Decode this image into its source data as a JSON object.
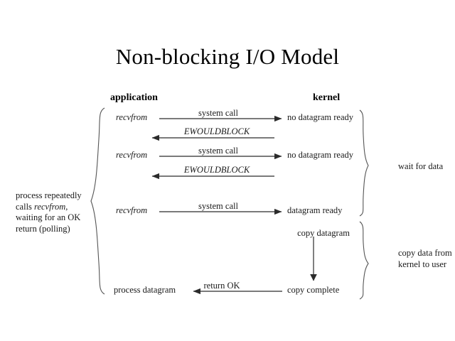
{
  "title": "Non-blocking I/O Model",
  "columns": {
    "application": "application",
    "kernel": "kernel"
  },
  "left_note": {
    "lines": [
      "process repeatedly",
      "calls ",
      "recvfrom",
      ", ",
      "waiting for an OK",
      "return (polling)"
    ],
    "line1": "process repeatedly",
    "line2_pre": "calls ",
    "line2_ital": "recvfrom",
    "line2_post": ",",
    "line3": "waiting for an OK",
    "line4": "return (polling)"
  },
  "right_notes": {
    "wait_for_data": "wait for data",
    "copy_line1": "copy data from",
    "copy_line2": "kernel to user"
  },
  "rows": [
    {
      "app": "recvfrom",
      "arrow_label": "system call",
      "kernel": "no datagram ready",
      "direction": "right"
    },
    {
      "app": "",
      "arrow_label": "EWOULDBLOCK",
      "kernel": "",
      "direction": "left"
    },
    {
      "app": "recvfrom",
      "arrow_label": "system call",
      "kernel": "no datagram ready",
      "direction": "right"
    },
    {
      "app": "",
      "arrow_label": "EWOULDBLOCK",
      "kernel": "",
      "direction": "left"
    },
    {
      "app": "recvfrom",
      "arrow_label": "system call",
      "kernel": "datagram ready",
      "direction": "right"
    }
  ],
  "copy_phase": {
    "copy_datagram": "copy datagram",
    "copy_complete": "copy complete",
    "process_datagram": "process datagram",
    "return_ok": "return OK"
  },
  "colors": {
    "background": "#ffffff",
    "ink": "#000000",
    "line": "#2b2b2b",
    "text": "#1a1a1a"
  }
}
